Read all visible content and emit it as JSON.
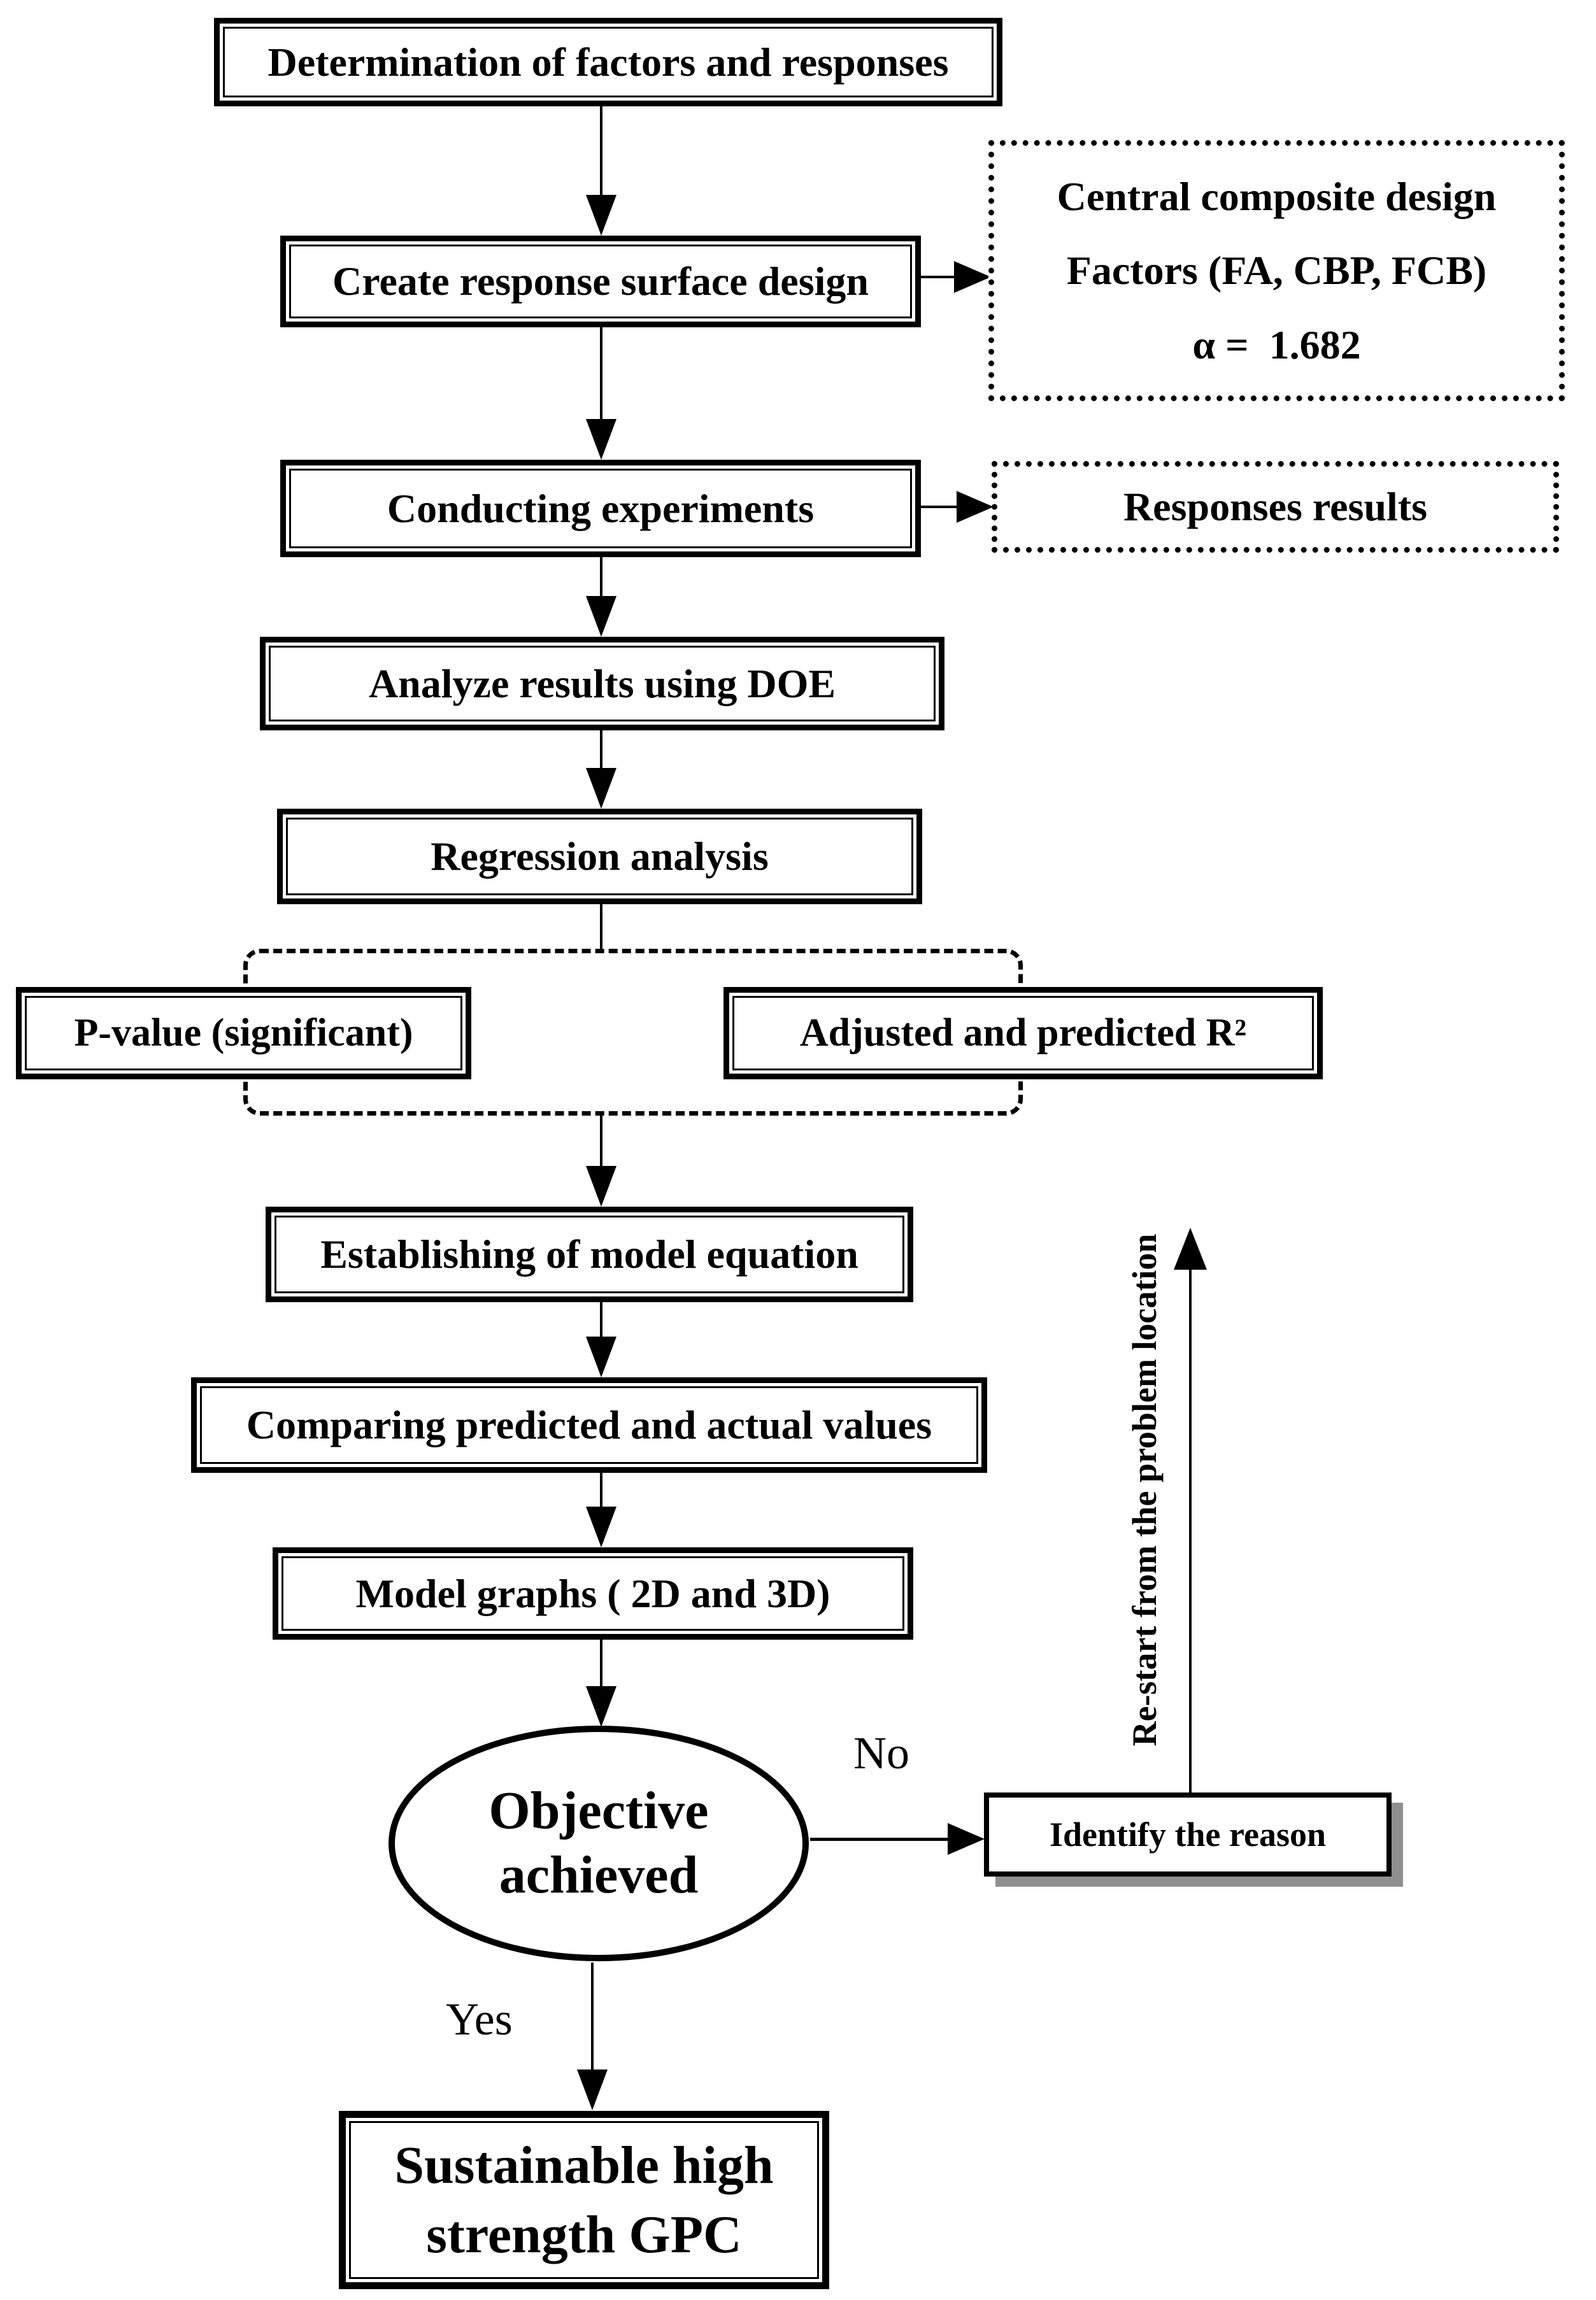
{
  "diagram": {
    "nodes": {
      "determination": {
        "label": "Determination of factors and responses"
      },
      "create_design": {
        "label": "Create response surface design"
      },
      "ccd": {
        "lines": [
          "Central composite design",
          "Factors (FA, CBP, FCB)",
          "α =  1.682"
        ]
      },
      "conducting": {
        "label": "Conducting experiments"
      },
      "responses_results": {
        "label": "Responses results"
      },
      "analyze": {
        "label": "Analyze results using DOE"
      },
      "regression": {
        "label": "Regression analysis"
      },
      "p_value": {
        "label": "P-value (significant)"
      },
      "r_squared": {
        "label": "Adjusted and predicted R²"
      },
      "establishing": {
        "label": "Establishing of model equation"
      },
      "comparing": {
        "label": "Comparing predicted and actual values"
      },
      "model_graphs": {
        "label": "Model graphs ( 2D and 3D)"
      },
      "objective": {
        "line1": "Objective",
        "line2": "achieved"
      },
      "identify": {
        "label": "Identify the reason"
      },
      "final": {
        "line1": "Sustainable high",
        "line2": "strength GPC"
      }
    },
    "edges": {
      "no_label": "No",
      "yes_label": "Yes",
      "restart_label": "Re-start from the problem location"
    },
    "colors": {
      "line": "#000000",
      "background": "#ffffff",
      "shadow": "#8f8f8f"
    }
  }
}
